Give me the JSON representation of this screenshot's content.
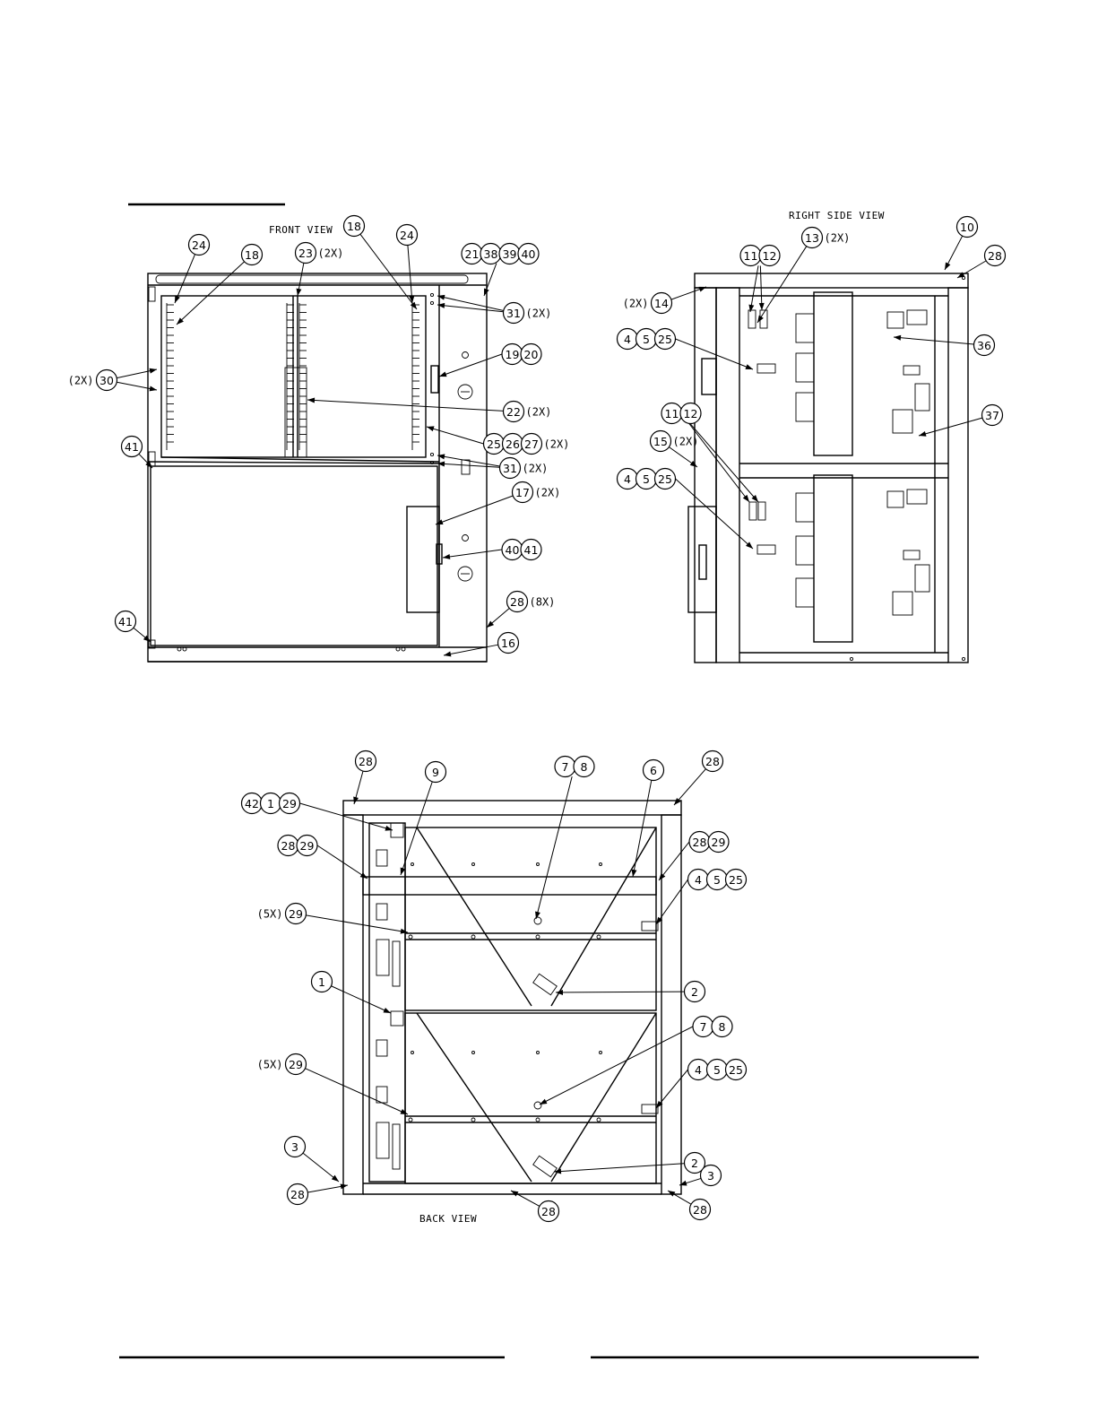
{
  "views": {
    "front": "FRONT VIEW",
    "right_side": "RIGHT SIDE VIEW",
    "back": "BACK VIEW"
  },
  "callouts": {
    "front": [
      {
        "nums": [
          "24"
        ]
      },
      {
        "nums": [
          "18"
        ]
      },
      {
        "nums": [
          "23"
        ],
        "qty": "(2X)"
      },
      {
        "nums": [
          "18"
        ]
      },
      {
        "nums": [
          "24"
        ]
      },
      {
        "nums": [
          "21",
          "38",
          "39",
          "40"
        ]
      },
      {
        "nums": [
          "31"
        ],
        "qty": "(2X)"
      },
      {
        "nums": [
          "30"
        ],
        "qty": "(2X)"
      },
      {
        "nums": [
          "19",
          "20"
        ]
      },
      {
        "nums": [
          "22"
        ],
        "qty": "(2X)"
      },
      {
        "nums": [
          "25",
          "26",
          "27"
        ],
        "qty": "(2X)"
      },
      {
        "nums": [
          "41"
        ]
      },
      {
        "nums": [
          "31"
        ],
        "qty": "(2X)"
      },
      {
        "nums": [
          "17"
        ],
        "qty": "(2X)"
      },
      {
        "nums": [
          "40",
          "41"
        ]
      },
      {
        "nums": [
          "28"
        ],
        "qty": "(8X)"
      },
      {
        "nums": [
          "41"
        ]
      },
      {
        "nums": [
          "16"
        ]
      }
    ],
    "side": [
      {
        "nums": [
          "10"
        ]
      },
      {
        "nums": [
          "28"
        ]
      },
      {
        "nums": [
          "11",
          "12"
        ]
      },
      {
        "nums": [
          "13"
        ],
        "qty": "(2X)"
      },
      {
        "nums": [
          "14"
        ],
        "qty": "(2X)"
      },
      {
        "nums": [
          "4",
          "5",
          "25"
        ]
      },
      {
        "nums": [
          "36"
        ]
      },
      {
        "nums": [
          "37"
        ]
      },
      {
        "nums": [
          "11",
          "12"
        ]
      },
      {
        "nums": [
          "15"
        ],
        "qty": "(2X)"
      },
      {
        "nums": [
          "4",
          "5",
          "25"
        ]
      }
    ],
    "back": [
      {
        "nums": [
          "28"
        ]
      },
      {
        "nums": [
          "9"
        ]
      },
      {
        "nums": [
          "7",
          "8"
        ]
      },
      {
        "nums": [
          "6"
        ]
      },
      {
        "nums": [
          "28"
        ]
      },
      {
        "nums": [
          "42",
          "1",
          "29"
        ]
      },
      {
        "nums": [
          "28",
          "29"
        ]
      },
      {
        "nums": [
          "28",
          "29"
        ]
      },
      {
        "nums": [
          "4",
          "5",
          "25"
        ]
      },
      {
        "nums": [
          "29"
        ],
        "qty": "(5X)"
      },
      {
        "nums": [
          "1"
        ]
      },
      {
        "nums": [
          "2"
        ]
      },
      {
        "nums": [
          "7",
          "8"
        ]
      },
      {
        "nums": [
          "4",
          "5",
          "25"
        ]
      },
      {
        "nums": [
          "29"
        ],
        "qty": "(5X)"
      },
      {
        "nums": [
          "3"
        ]
      },
      {
        "nums": [
          "2"
        ]
      },
      {
        "nums": [
          "3"
        ]
      },
      {
        "nums": [
          "28"
        ]
      },
      {
        "nums": [
          "28"
        ]
      },
      {
        "nums": [
          "28"
        ]
      }
    ]
  }
}
